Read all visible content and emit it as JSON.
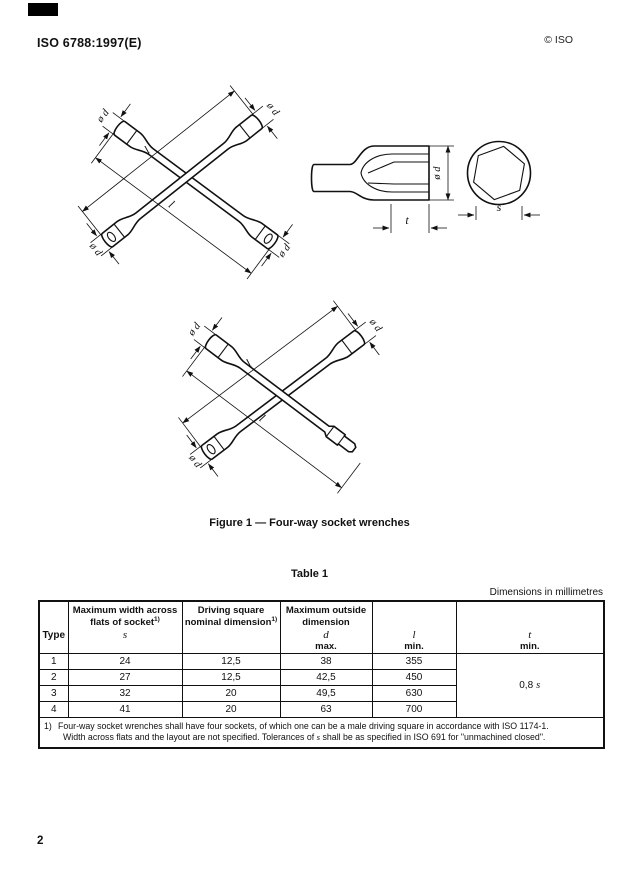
{
  "page": {
    "header_left": "ISO 6788:1997(E)",
    "header_right": "© ISO",
    "page_number": "2"
  },
  "figure": {
    "caption": "Figure 1 — Four-way socket wrenches",
    "labels": {
      "diameter": "ø d",
      "length": "l",
      "depth": "t",
      "across_flats": "s"
    }
  },
  "table": {
    "caption": "Table 1",
    "units_note": "Dimensions in millimetres",
    "columns": {
      "type": "Type",
      "width_across_flats": {
        "title": "Maximum width across flats of socket",
        "sup": "1)",
        "symbol": "s"
      },
      "driving_square": {
        "title": "Driving square nominal dimension",
        "sup": "1)"
      },
      "outside_dimension": {
        "title": "Maximum outside dimension",
        "symbol": "d",
        "qualifier": "max."
      },
      "length": {
        "symbol": "l",
        "qualifier": "min."
      },
      "depth": {
        "symbol": "t",
        "qualifier": "min."
      }
    },
    "rows": [
      [
        "1",
        "24",
        "12,5",
        "38",
        "355"
      ],
      [
        "2",
        "27",
        "12,5",
        "42,5",
        "450"
      ],
      [
        "3",
        "32",
        "20",
        "49,5",
        "630"
      ],
      [
        "4",
        "41",
        "20",
        "63",
        "700"
      ]
    ],
    "depth_merged": {
      "value": "0,8",
      "symbol": "s"
    },
    "footnote": {
      "marker": "1)",
      "line1": "Four-way socket wrenches shall have four sockets, of which one can be a male driving square in accordance with ISO 1174-1.",
      "line2_pre": "Width across flats and the layout are not specified. Tolerances of ",
      "line2_symbol": "s",
      "line2_post": " shall be as specified in ISO 691 for \"unmachined closed\"."
    }
  }
}
